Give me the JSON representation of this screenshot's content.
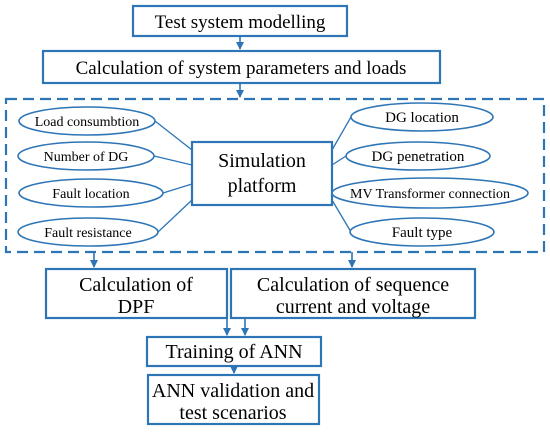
{
  "colors": {
    "stroke": "#2E75B6",
    "text": "#000000",
    "background": "#ffffff"
  },
  "steps": {
    "test_system_modelling": "Test system modelling",
    "calc_parameters": "Calculation of system parameters and loads",
    "simulation_platform": [
      "Simulation",
      "platform"
    ],
    "calc_dpf": [
      "Calculation of",
      "DPF"
    ],
    "calc_sequence": [
      "Calculation of sequence",
      "current and voltage"
    ],
    "training_ann": "Training of ANN",
    "ann_validation": [
      "ANN validation and",
      "test scenarios"
    ]
  },
  "left_inputs": [
    "Load consumbtion",
    "Number of DG",
    "Fault location",
    "Fault resistance"
  ],
  "right_inputs": [
    "DG location",
    "DG penetration",
    "MV Transformer connection",
    "Fault type"
  ]
}
